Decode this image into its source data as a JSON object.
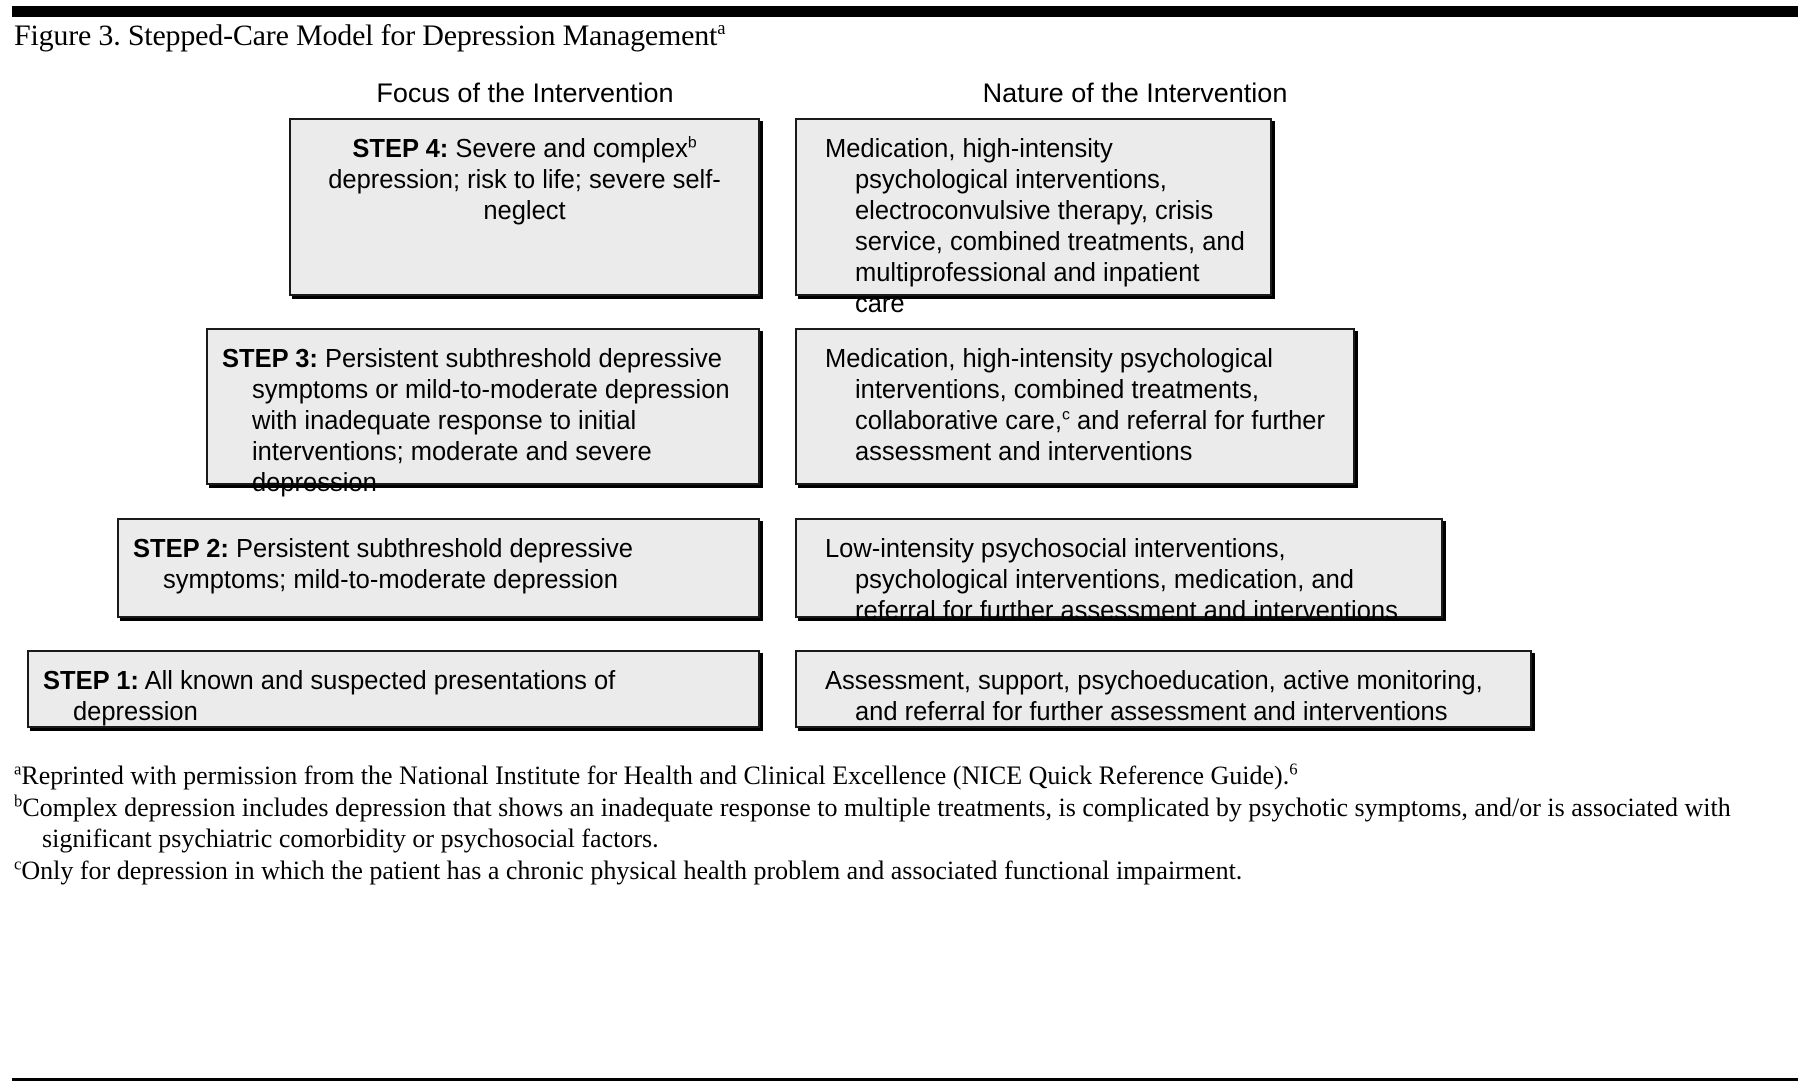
{
  "figure": {
    "title_text": "Figure 3. Stepped-Care Model for Depression Management",
    "title_marker": "a"
  },
  "columns": {
    "left_header": "Focus of the Intervention",
    "right_header": "Nature of the Intervention"
  },
  "steps": [
    {
      "label": "STEP 4:",
      "focus_before_marker": " Severe and complex",
      "focus_marker": "b",
      "focus_after_marker": " depression; risk to life; severe self-neglect",
      "nature": "Medication, high-intensity psychological interventions, electroconvulsive therapy, crisis service, combined treatments, and multiprofessional and inpatient care"
    },
    {
      "label": "STEP 3:",
      "focus": " Persistent subthreshold depressive symptoms or mild-to-moderate depression with inadequate response to initial interventions; moderate and severe depression",
      "nature_before_marker": "Medication, high-intensity psychological interventions, combined treatments, collaborative care,",
      "nature_marker": "c",
      "nature_after_marker": " and referral for further assessment and interventions"
    },
    {
      "label": "STEP 2:",
      "focus": " Persistent subthreshold depressive symptoms; mild-to-moderate depression",
      "nature": "Low-intensity psychosocial interventions, psychological interventions, medication, and referral for further assessment and interventions"
    },
    {
      "label": "STEP 1:",
      "focus": " All known and suspected presentations of depression",
      "nature": "Assessment, support, psychoeducation, active monitoring, and referral for further assessment and interventions"
    }
  ],
  "footnotes": [
    {
      "marker": "a",
      "text_before_ref": "Reprinted with permission from the National Institute for Health and Clinical Excellence (NICE Quick Reference Guide).",
      "reference": "6"
    },
    {
      "marker": "b",
      "text": "Complex depression includes depression that shows an inadequate response to multiple treatments, is complicated by psychotic symptoms, and/or is associated with significant psychiatric comorbidity or psychosocial factors."
    },
    {
      "marker": "c",
      "text": "Only for depression in which the patient has a chronic physical health problem and associated functional impairment."
    }
  ],
  "colors": {
    "box_fill": "#ebebeb",
    "box_border": "#1a1a1a",
    "rule": "#000000",
    "text": "#000000"
  }
}
